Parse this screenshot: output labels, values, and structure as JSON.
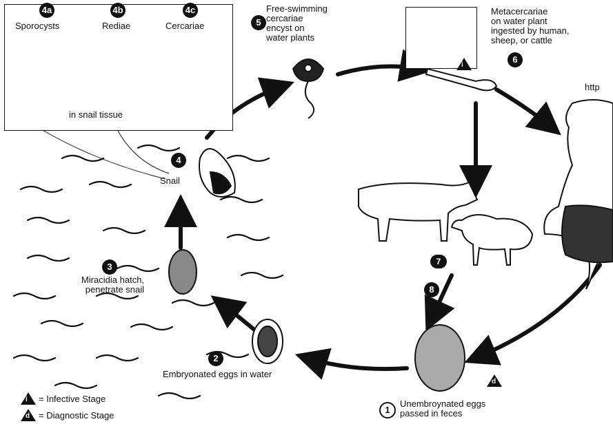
{
  "stages": {
    "s4a": {
      "num": "4a",
      "label": "Sporocysts"
    },
    "s4b": {
      "num": "4b",
      "label": "Rediae"
    },
    "s4c": {
      "num": "4c",
      "label": "Cercariae"
    },
    "in_snail_tissue": "in snail tissue",
    "s5": {
      "num": "5",
      "label": "Free-swimming\ncercariae\nencyst on\nwater plants"
    },
    "s6": {
      "num": "6",
      "label": "Metacercariae\non water plant\ningested by human,\nsheep, or cattle"
    },
    "s4": {
      "num": "4",
      "label": "Snail"
    },
    "s3": {
      "num": "3",
      "label": "Miracidia hatch,\npenetrate snail"
    },
    "s2": {
      "num": "2",
      "label": "Embryonated eggs in water"
    },
    "s1": {
      "num": "1",
      "label": "Unembroynated eggs\npassed in feces"
    },
    "s7": {
      "num": "7"
    },
    "s8": {
      "num": "8"
    }
  },
  "markers": {
    "infective_symbol": "i",
    "diagnostic_symbol": "d"
  },
  "legend": {
    "infective": "= Infective Stage",
    "diagnostic": "= Diagnostic Stage"
  },
  "edge_text": "http"
}
